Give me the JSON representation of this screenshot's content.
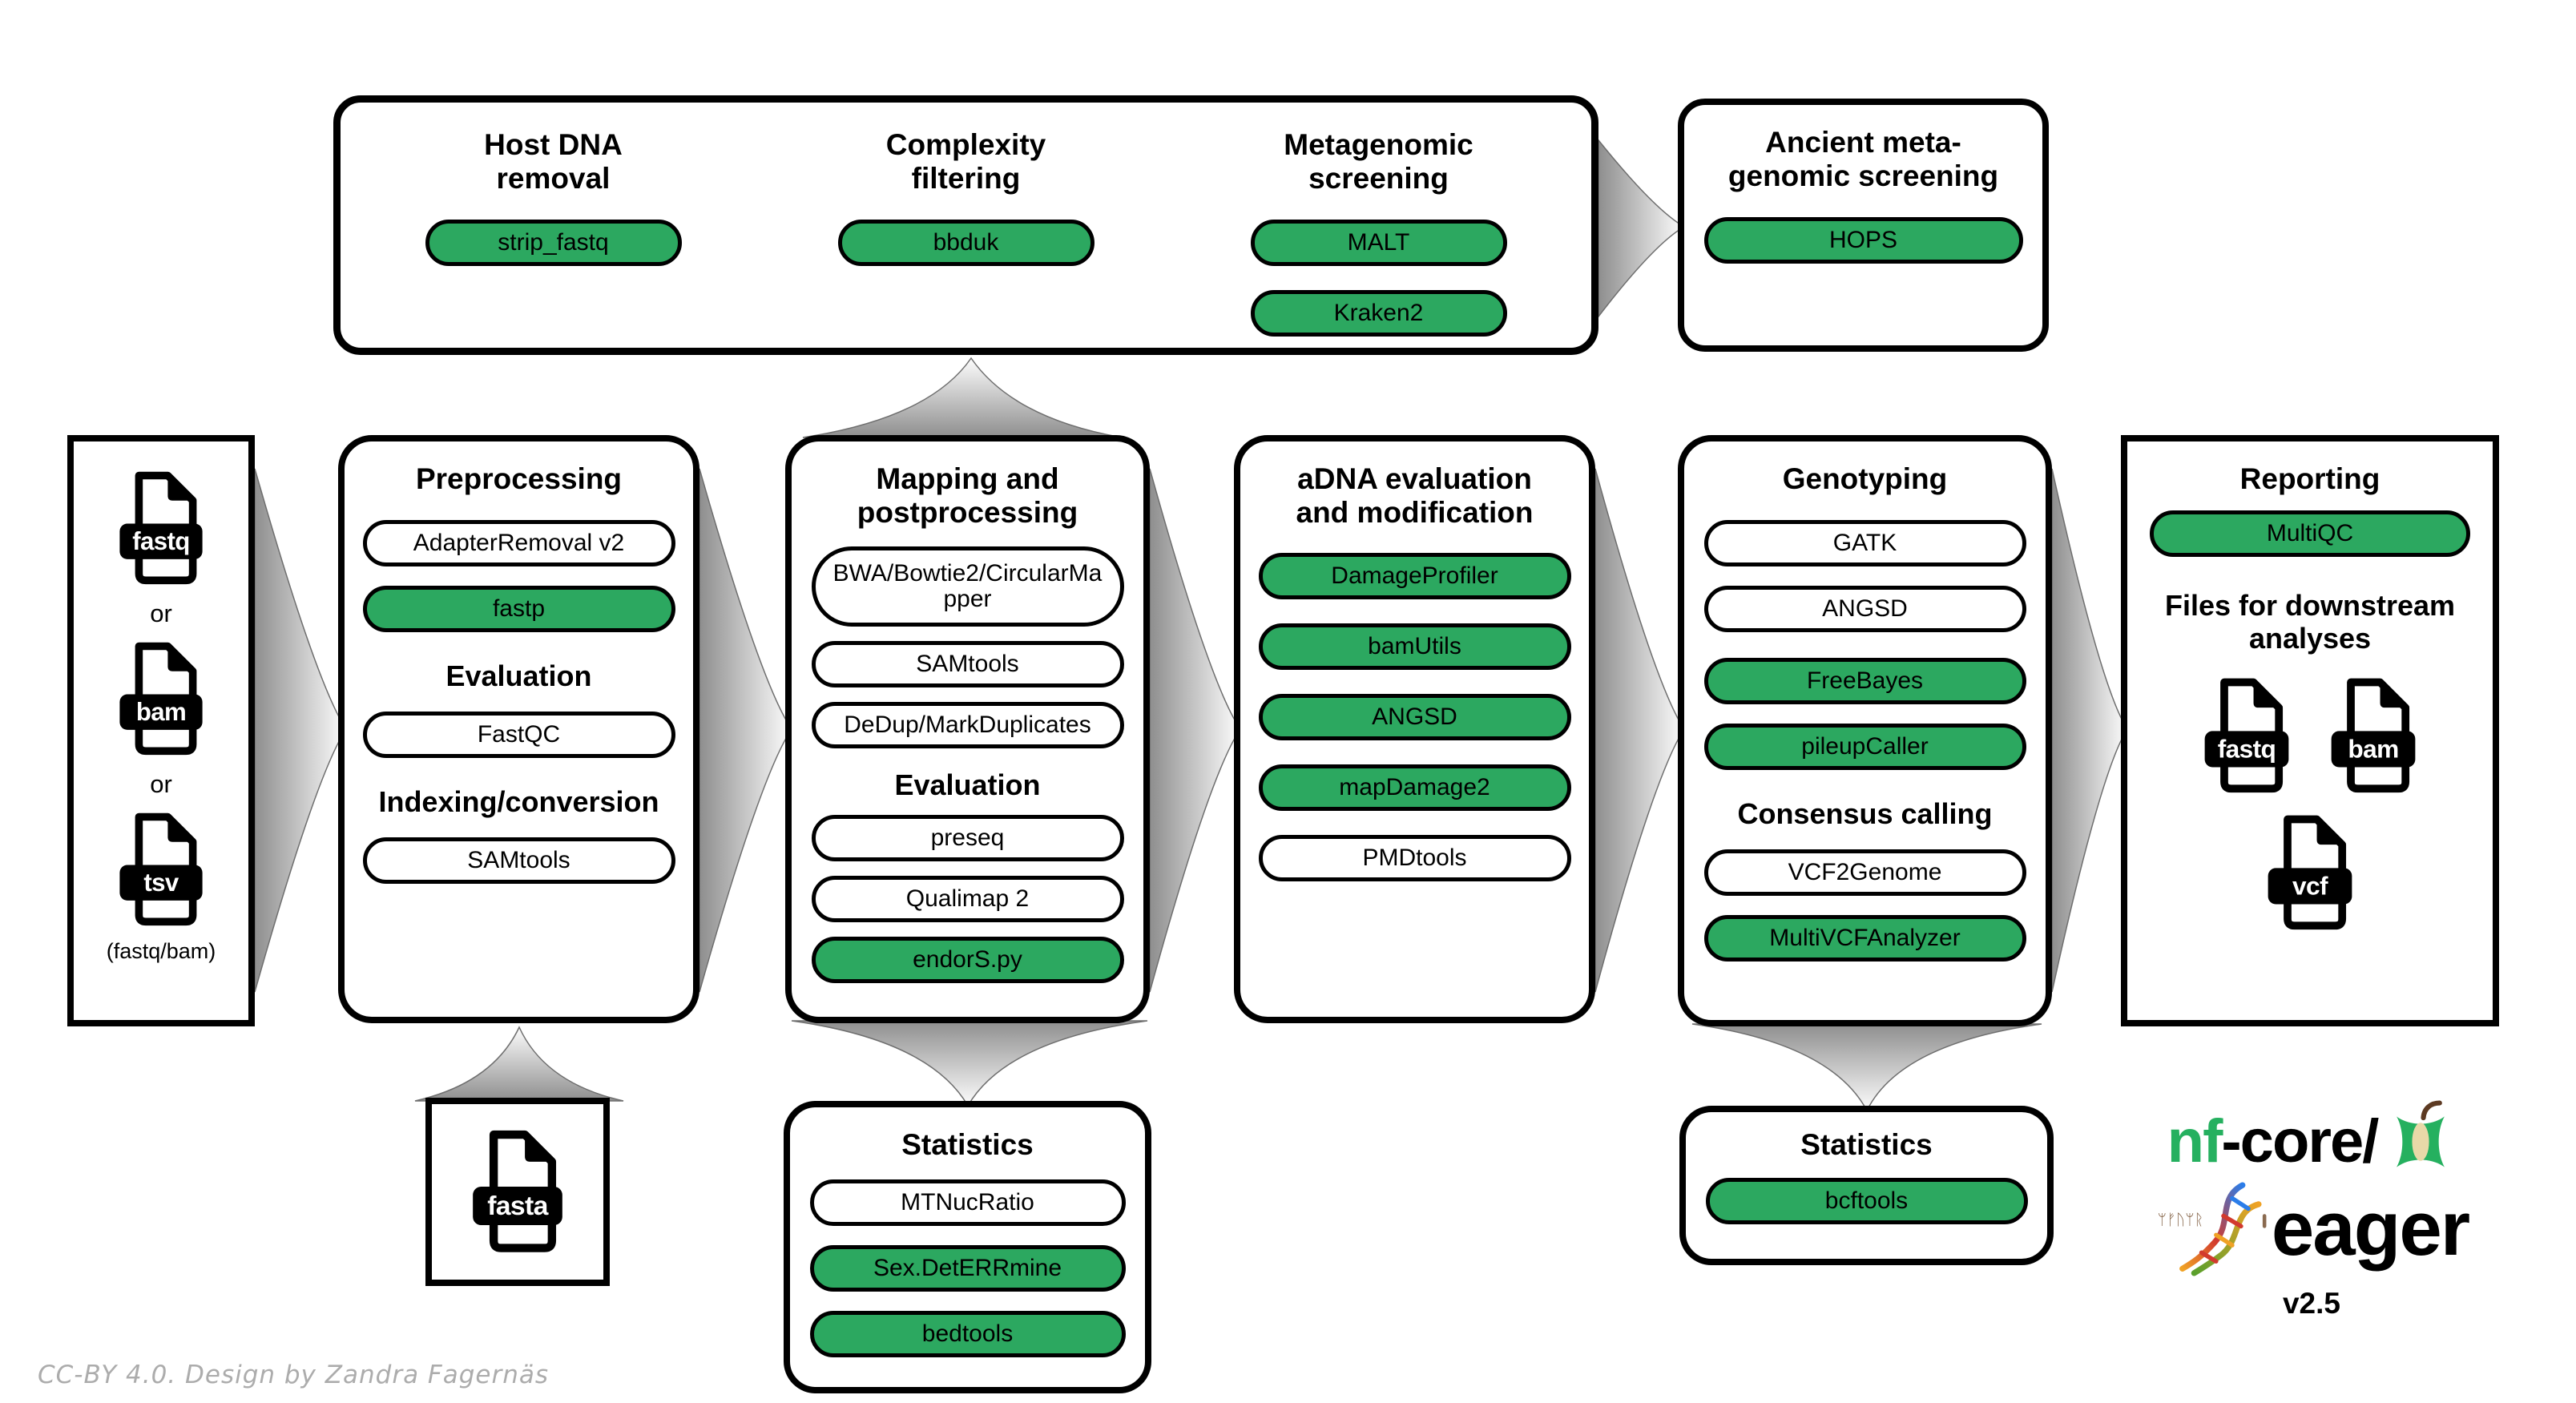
{
  "colors": {
    "tool_done_green": "#2CA860",
    "tool_pending_white": "#FFFFFF",
    "outline_black": "#000000",
    "arrow_gray": "#8E8E8E",
    "logo_green": "#25B05F",
    "credit_gray": "#ACACAC"
  },
  "top_row": {
    "host_dna": {
      "title": "Host DNA removal",
      "tools": [
        "strip_fastq"
      ]
    },
    "complexity": {
      "title": "Complexity filtering",
      "tools": [
        "bbduk"
      ]
    },
    "metagenomic": {
      "title": "Metagenomic screening",
      "tools": [
        "MALT",
        "Kraken2"
      ]
    }
  },
  "ancient": {
    "title": "Ancient meta-genomic screening",
    "tools": [
      "HOPS"
    ]
  },
  "input": {
    "files": [
      "fastq",
      "bam",
      "tsv"
    ],
    "separator": "or",
    "caption": "(fastq/bam)"
  },
  "preprocessing": {
    "title": "Preprocessing",
    "tools": [
      "AdapterRemoval v2",
      "fastp"
    ],
    "evaluation_heading": "Evaluation",
    "evaluation_tools": [
      "FastQC"
    ],
    "indexing_heading": "Indexing/conversion",
    "indexing_tools": [
      "SAMtools"
    ]
  },
  "mapping": {
    "title": "Mapping and postprocessing",
    "tools": [
      "BWA/Bowtie2/CircularMapper",
      "SAMtools",
      "DeDup/MarkDuplicates"
    ],
    "evaluation_heading": "Evaluation",
    "evaluation_tools": [
      "preseq",
      "Qualimap 2",
      "endorS.py"
    ]
  },
  "adna": {
    "title": "aDNA evaluation and modification",
    "tools": [
      "DamageProfiler",
      "bamUtils",
      "ANGSD",
      "mapDamage2",
      "PMDtools"
    ]
  },
  "genotyping": {
    "title": "Genotyping",
    "tools": [
      "GATK",
      "ANGSD",
      "FreeBayes",
      "pileupCaller"
    ],
    "consensus_heading": "Consensus calling",
    "consensus_tools": [
      "VCF2Genome",
      "MultiVCFAnalyzer"
    ]
  },
  "reporting": {
    "title": "Reporting",
    "tools": [
      "MultiQC"
    ],
    "downstream_heading": "Files for downstream analyses",
    "files": [
      "fastq",
      "bam",
      "vcf"
    ]
  },
  "reference": {
    "file": "fasta"
  },
  "stats_mapping": {
    "title": "Statistics",
    "tools": [
      "MTNucRatio",
      "Sex.DetERRmine",
      "bedtools"
    ]
  },
  "stats_genotyping": {
    "title": "Statistics",
    "tools": [
      "bcftools"
    ]
  },
  "logo": {
    "brand_prefix": "nf",
    "brand_suffix": "-core/",
    "pipeline": "eager",
    "version": "v2.5"
  },
  "credit": {
    "text": "CC-BY 4.0. Design by Zandra Fagernäs"
  }
}
